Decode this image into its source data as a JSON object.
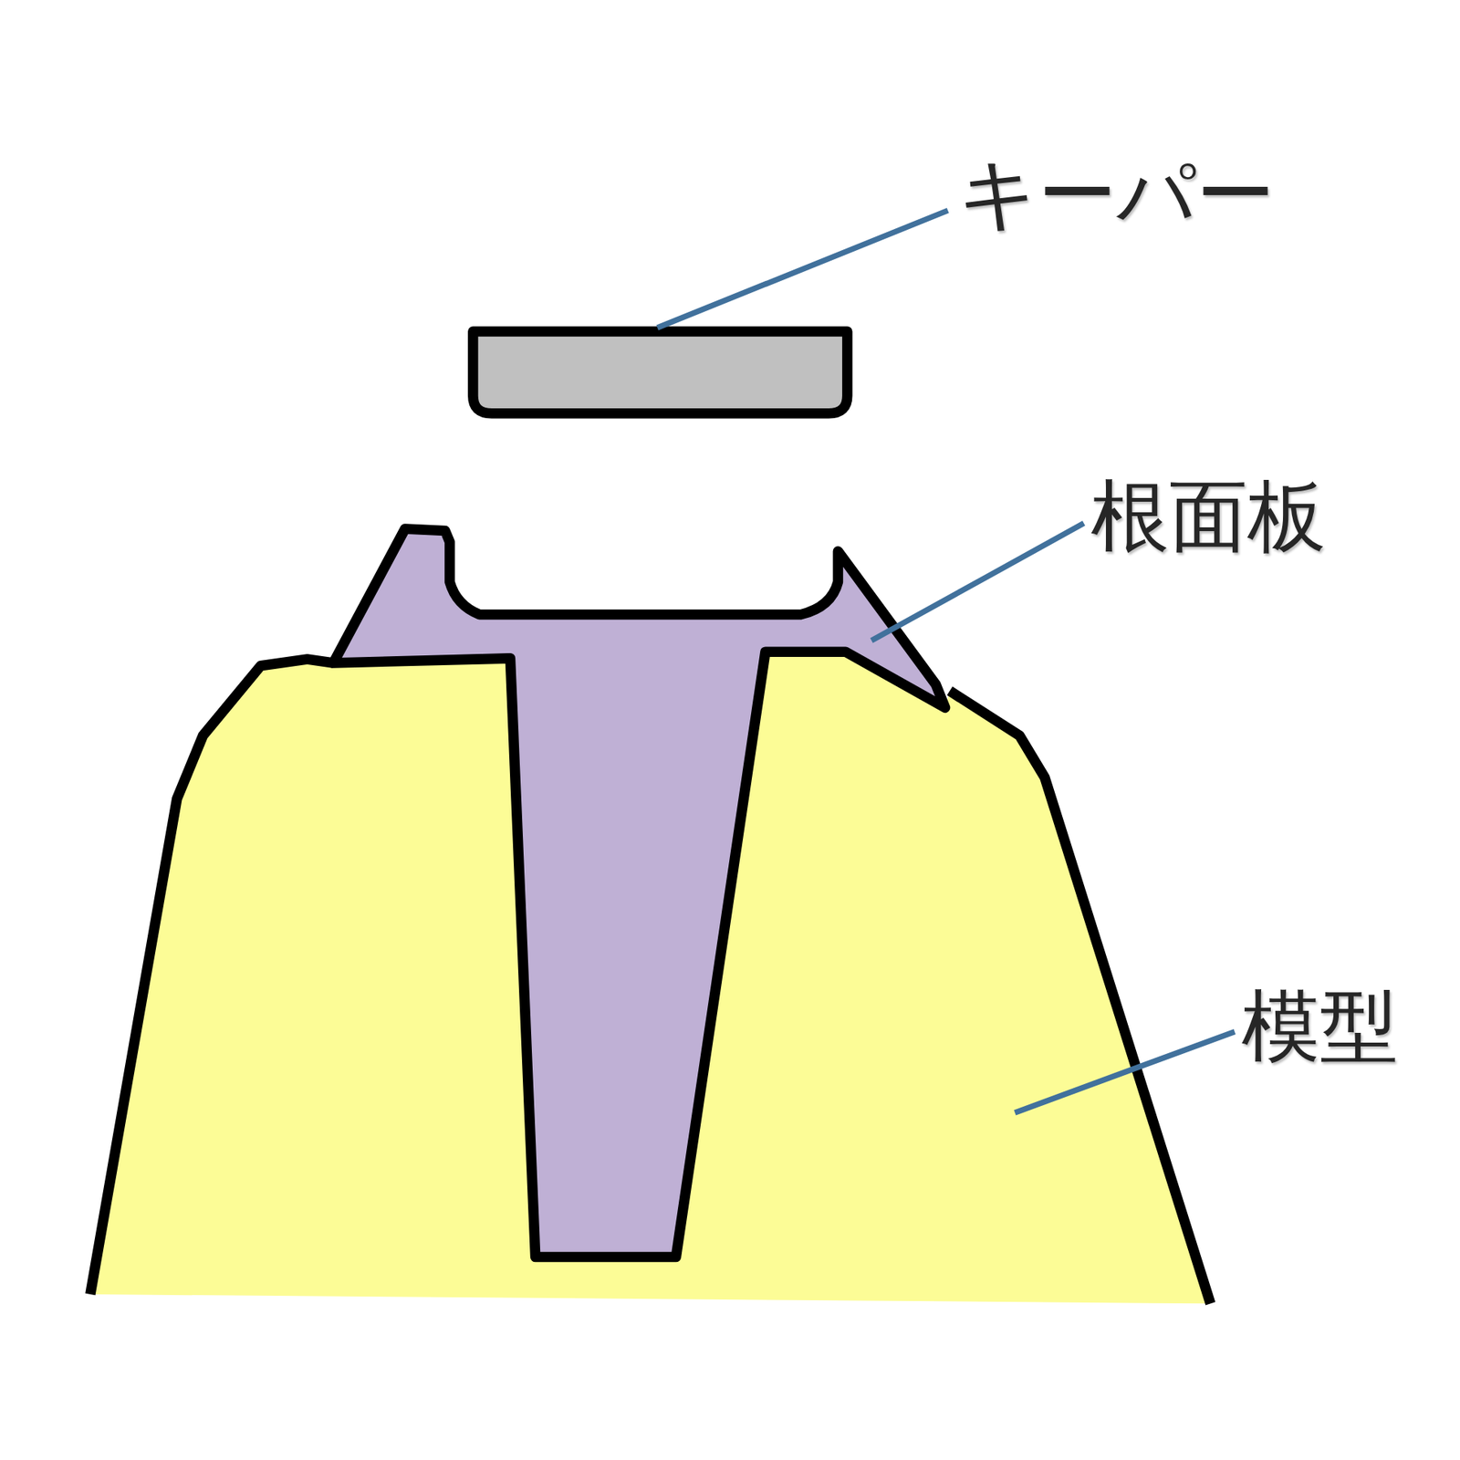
{
  "diagram": {
    "labels": [
      "キーパー",
      "根面板",
      "模型"
    ]
  }
}
